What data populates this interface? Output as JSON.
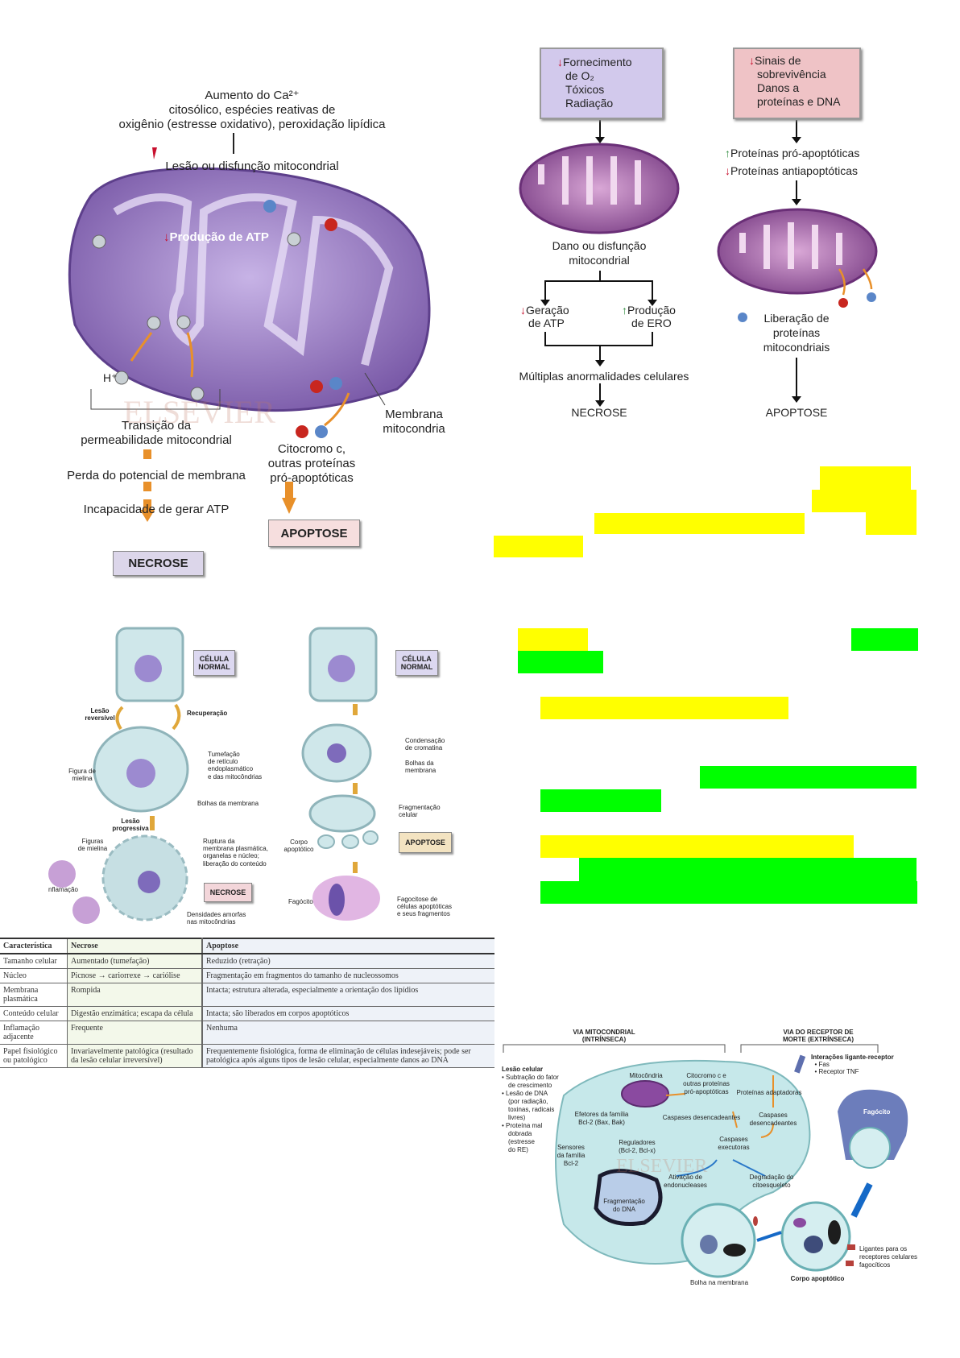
{
  "fig1": {
    "top_lines": [
      "Aumento do Ca²⁺",
      "citosólico, espécies reativas de",
      "oxigênio (estresse oxidativo), peroxidação lipídica"
    ],
    "lesao": "Lesão ou disfunção mitocondrial",
    "atp": "Produção de ATP",
    "h_plus": "H⁺",
    "membrana": [
      "Membrana",
      "mitocondria"
    ],
    "transicao": [
      "Transição da",
      "permeabilidade mitocondrial"
    ],
    "citocromo": [
      "Citocromo c,",
      "outras proteínas",
      "pró-apoptóticas"
    ],
    "perda": "Perda do potencial de membrana",
    "incapacidade": "Incapacidade de gerar ATP",
    "necrose": "NECROSE",
    "apoptose": "APOPTOSE",
    "watermark": "ELSEVIER"
  },
  "fig2": {
    "box_left": [
      "Fornecimento",
      "de O₂",
      "Tóxicos",
      "Radiação"
    ],
    "box_right": [
      "Sinais de",
      "sobrevivência",
      "Danos a",
      "proteínas e DNA"
    ],
    "dano": [
      "Dano ou disfunção",
      "mitocondrial"
    ],
    "geracao": [
      "Geração",
      "de ATP"
    ],
    "producao": [
      "Produção",
      "de ERO"
    ],
    "multiplas": "Múltiplas anormalidades celulares",
    "necrose": "NECROSE",
    "pro": "Proteínas pró-apoptóticas",
    "anti": "Proteínas antiapoptóticas",
    "liberacao": [
      "Liberação de",
      "proteínas",
      "mitocondriais"
    ],
    "apoptose": "APOPTOSE",
    "colors": {
      "down": "#c8102e",
      "up": "#2e8b3e"
    }
  },
  "fig3": {
    "celula_normal": [
      "CÉLULA",
      "NORMAL"
    ],
    "lesao_reversivel": [
      "Lesão",
      "reversível"
    ],
    "recuperacao": "Recuperação",
    "figura_mielina": [
      "Figura de",
      "mielina"
    ],
    "tumefacao": [
      "Tumefação",
      "de retículo",
      "endoplasmático",
      "e das mitocôndrias"
    ],
    "bolhas": "Bolhas da membrana",
    "lesao_progressiva": [
      "Lesão",
      "progressiva"
    ],
    "figuras_mielina": [
      "Figuras",
      "de mielina"
    ],
    "ruptura": [
      "Ruptura da",
      "membrana plasmática,",
      "organelas e núcleo;",
      "liberação do conteúdo"
    ],
    "inflamacao": "nflamação",
    "necrose": "NECROSE",
    "densidades": [
      "Densidades amorfas",
      "nas mitocôndrias"
    ],
    "condensacao": [
      "Condensação",
      "de cromatina"
    ],
    "bolhas2": [
      "Bolhas da",
      "membrana"
    ],
    "fragmentacao": [
      "Fragmentação",
      "celular"
    ],
    "corpo": [
      "Corpo",
      "apoptótico"
    ],
    "apoptose": "APOPTOSE",
    "fagocito": "Fagócito",
    "fagocitose": [
      "Fagocitose de",
      "células apoptóticas",
      "e seus fragmentos"
    ]
  },
  "table": {
    "headers": [
      "Característica",
      "Necrose",
      "Apoptose"
    ],
    "rows": [
      [
        "Tamanho celular",
        "Aumentado (tumefação)",
        "Reduzido (retração)"
      ],
      [
        "Núcleo",
        "Picnose → cariorrexe → cariólise",
        "Fragmentação em fragmentos do tamanho de nucleossomos"
      ],
      [
        "Membrana plasmática",
        "Rompida",
        "Intacta; estrutura alterada, especialmente a orientação dos lipídios"
      ],
      [
        "Conteúdo celular",
        "Digestão enzimática; escapa da célula",
        "Intacta; são liberados em corpos apoptóticos"
      ],
      [
        "Inflamação adjacente",
        "Frequente",
        "Nenhuma"
      ],
      [
        "Papel fisiológico ou patológico",
        "Invariavelmente patológica (resultado da lesão celular irreversível)",
        "Frequentemente fisiológica, forma de eliminação de células indesejáveis; pode ser patológica após alguns tipos de lesão celular, especialmente danos ao DNA"
      ]
    ]
  },
  "fig4": {
    "via_mito": [
      "VIA MITOCONDRIAL",
      "(INTRÍNSECA)"
    ],
    "via_receptor": [
      "VIA DO RECEPTOR DE",
      "MORTE (EXTRÍNSECA)"
    ],
    "interacoes": "Interações ligante-receptor",
    "interacoes_items": [
      "• Fas",
      "• Receptor TNF"
    ],
    "lesao_title": "Lesão celular",
    "lesao_items": [
      "• Subtração do fator",
      "de crescimento",
      "• Lesão de DNA",
      "(por radiação,",
      "toxinas, radicais",
      "livres)",
      "• Proteína mal",
      "dobrada",
      "(estresse",
      "do RE)"
    ],
    "mitocondria": "Mitocôndria",
    "citocromo": [
      "Citocromo c e",
      "outras proteínas",
      "pró-apoptóticas"
    ],
    "adaptadoras": "Proteínas adaptadoras",
    "efetores": [
      "Efetores da família",
      "Bcl-2 (Bax, Bak)"
    ],
    "caspases_desc1": "Caspases desencadeantes",
    "caspases_desc2": [
      "Caspases",
      "desencadeantes"
    ],
    "reguladores": [
      "Reguladores",
      "(Bcl-2, Bcl-x)"
    ],
    "executoras": [
      "Caspases",
      "executoras"
    ],
    "sensores": [
      "Sensores",
      "da família",
      "Bcl-2"
    ],
    "endonucleases": [
      "Ativação de",
      "endonucleases"
    ],
    "degradacao": [
      "Degradação do",
      "citoesqueleto"
    ],
    "fagocito": "Fagócito",
    "fragmentacao": [
      "Fragmentação",
      "do DNA"
    ],
    "bolha": "Bolha na membrana",
    "corpo": "Corpo apoptótico",
    "ligantes": [
      "Ligantes para os",
      "receptores celulares",
      "fagocíticos"
    ],
    "watermark": "ELSEVIER"
  }
}
